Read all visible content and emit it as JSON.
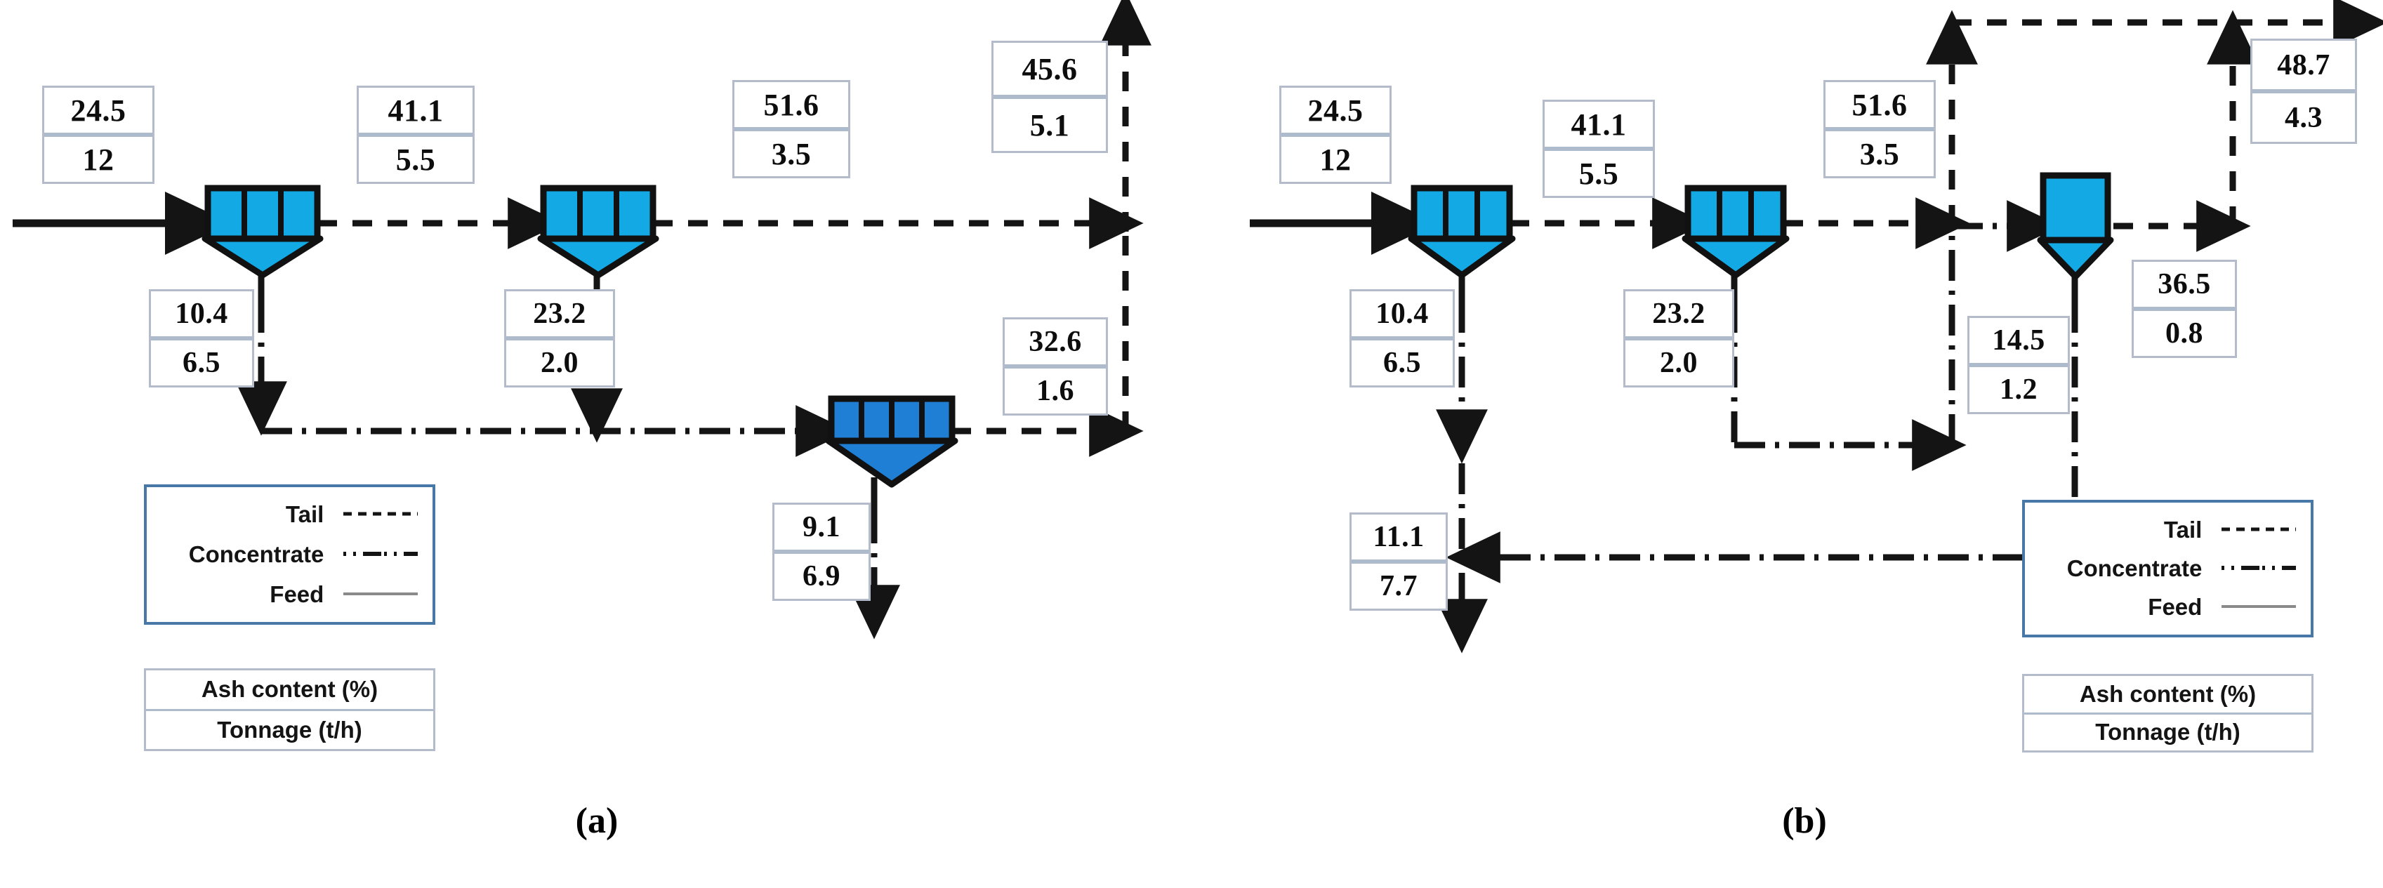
{
  "figure": {
    "type": "process-flowsheet",
    "description": "Two coal flotation circuit flowsheets showing ash content and tonnage at each stream",
    "panels": [
      {
        "id": "a",
        "caption": "(a)",
        "units": [
          {
            "name": "flotation-cell-1",
            "label": "",
            "style": "multi-cell",
            "compartments": 3
          },
          {
            "name": "flotation-cell-2",
            "label": "",
            "style": "multi-cell",
            "compartments": 3
          },
          {
            "name": "flotation-cell-3",
            "label": "",
            "style": "multi-cell",
            "compartments": 4
          }
        ],
        "streams": [
          {
            "name": "feed",
            "kind": "Feed",
            "ash": "24.5",
            "tonnage": "12"
          },
          {
            "name": "cell1-tail",
            "kind": "Tail",
            "ash": "41.1",
            "tonnage": "5.5"
          },
          {
            "name": "cell1-concentrate",
            "kind": "Concentrate",
            "ash": "10.4",
            "tonnage": "6.5"
          },
          {
            "name": "cell2-tail",
            "kind": "Tail",
            "ash": "51.6",
            "tonnage": "3.5"
          },
          {
            "name": "cell2-concentrate",
            "kind": "Concentrate",
            "ash": "23.2",
            "tonnage": "2.0"
          },
          {
            "name": "final-tail",
            "kind": "Tail",
            "ash": "45.6",
            "tonnage": "5.1"
          },
          {
            "name": "cell3-tail",
            "kind": "Tail",
            "ash": "32.6",
            "tonnage": "1.6"
          },
          {
            "name": "cell3-concentrate",
            "kind": "Concentrate",
            "ash": "9.1",
            "tonnage": "6.9"
          }
        ]
      },
      {
        "id": "b",
        "caption": "(b)",
        "units": [
          {
            "name": "flotation-cell-1",
            "label": "",
            "style": "multi-cell",
            "compartments": 3
          },
          {
            "name": "flotation-cell-2",
            "label": "",
            "style": "multi-cell",
            "compartments": 3
          },
          {
            "name": "flotation-cell-3",
            "label": "",
            "style": "single-cell",
            "compartments": 1
          }
        ],
        "streams": [
          {
            "name": "feed",
            "kind": "Feed",
            "ash": "24.5",
            "tonnage": "12"
          },
          {
            "name": "cell1-tail",
            "kind": "Tail",
            "ash": "41.1",
            "tonnage": "5.5"
          },
          {
            "name": "cell1-concentrate",
            "kind": "Concentrate",
            "ash": "10.4",
            "tonnage": "6.5"
          },
          {
            "name": "cell2-tail",
            "kind": "Tail",
            "ash": "51.6",
            "tonnage": "3.5"
          },
          {
            "name": "cell2-concentrate",
            "kind": "Concentrate",
            "ash": "23.2",
            "tonnage": "2.0"
          },
          {
            "name": "final-tail",
            "kind": "Tail",
            "ash": "48.7",
            "tonnage": "4.3"
          },
          {
            "name": "cell3-concentrate",
            "kind": "Concentrate",
            "ash": "14.5",
            "tonnage": "1.2"
          },
          {
            "name": "cell3-tail",
            "kind": "Tail",
            "ash": "36.5",
            "tonnage": "0.8"
          },
          {
            "name": "final-concentrate",
            "kind": "Concentrate",
            "ash": "11.1",
            "tonnage": "7.7"
          }
        ]
      }
    ],
    "legend": {
      "rows": [
        {
          "label": "Tail",
          "style": "dashed"
        },
        {
          "label": "Concentrate",
          "style": "dash-dot"
        },
        {
          "label": "Feed",
          "style": "solid"
        }
      ]
    },
    "units_key": {
      "top": "Ash content (%)",
      "bottom": "Tonnage (t/h)"
    },
    "colors": {
      "cell_fill_light": "#12a9e5",
      "cell_fill_dark": "#1f7fd4",
      "cell_stroke": "#111111",
      "box_border": "#b4bccb",
      "box_divider": "#aebbcc",
      "legend_border": "#4878a8",
      "line": "#141414"
    }
  }
}
